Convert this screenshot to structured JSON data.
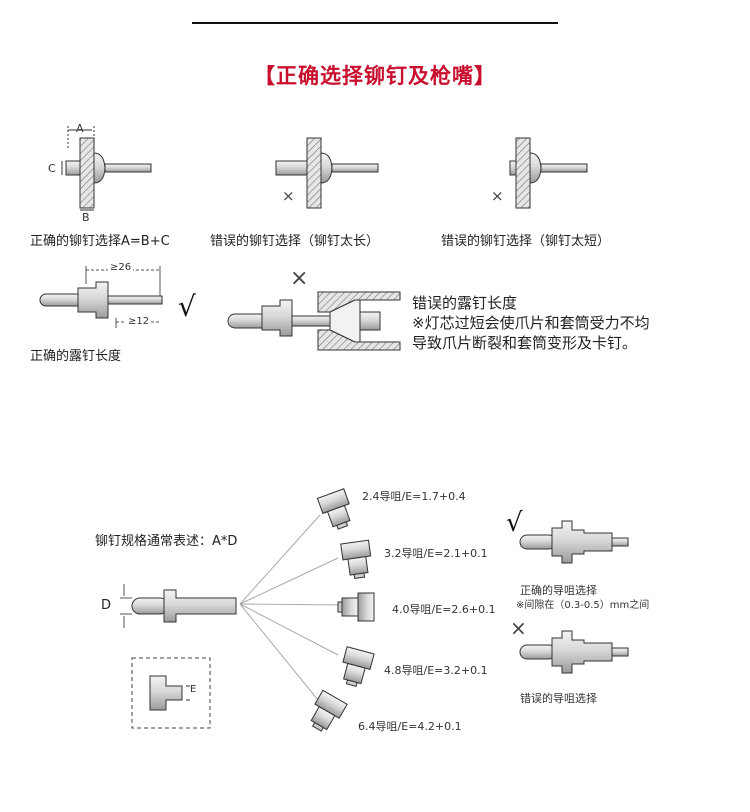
{
  "title": "【正确选择铆钉及枪嘴】",
  "section1": {
    "fig1": {
      "caption": "正确的铆钉选择A=B+C",
      "dim_a": "A",
      "dim_b": "B",
      "dim_c": "C"
    },
    "fig2": {
      "caption": "错误的铆钉选择（铆钉太长）",
      "mark": "×"
    },
    "fig3": {
      "caption": "错误的铆钉选择（铆钉太短）",
      "mark": "×"
    }
  },
  "section2": {
    "fig4": {
      "caption": "正确的露钉长度",
      "dim_top": "≥26",
      "dim_bottom": "≥12",
      "mark": "√"
    },
    "fig5": {
      "mark": "×",
      "lines": [
        "错误的露钉长度",
        "※灯芯过短会使爪片和套筒受力不均",
        "导致爪片断裂和套筒变形及卡钉。"
      ]
    }
  },
  "section3": {
    "spec_label": "铆钉规格通常表述：A*D",
    "dim_d": "D",
    "dim_e": "E",
    "nozzles": [
      {
        "label": "2.4导咀/E=1.7+0.4"
      },
      {
        "label": "3.2导咀/E=2.1+0.1"
      },
      {
        "label": "4.0导咀/E=2.6+0.1"
      },
      {
        "label": "4.8导咀/E=3.2+0.1"
      },
      {
        "label": "6.4导咀/E=4.2+0.1"
      }
    ],
    "correct": {
      "mark": "√",
      "line1": "正确的导咀选择",
      "line2": "※间隙在（0.3-0.5）mm之间"
    },
    "wrong": {
      "mark": "×",
      "line1": "错误的导咀选择"
    }
  }
}
